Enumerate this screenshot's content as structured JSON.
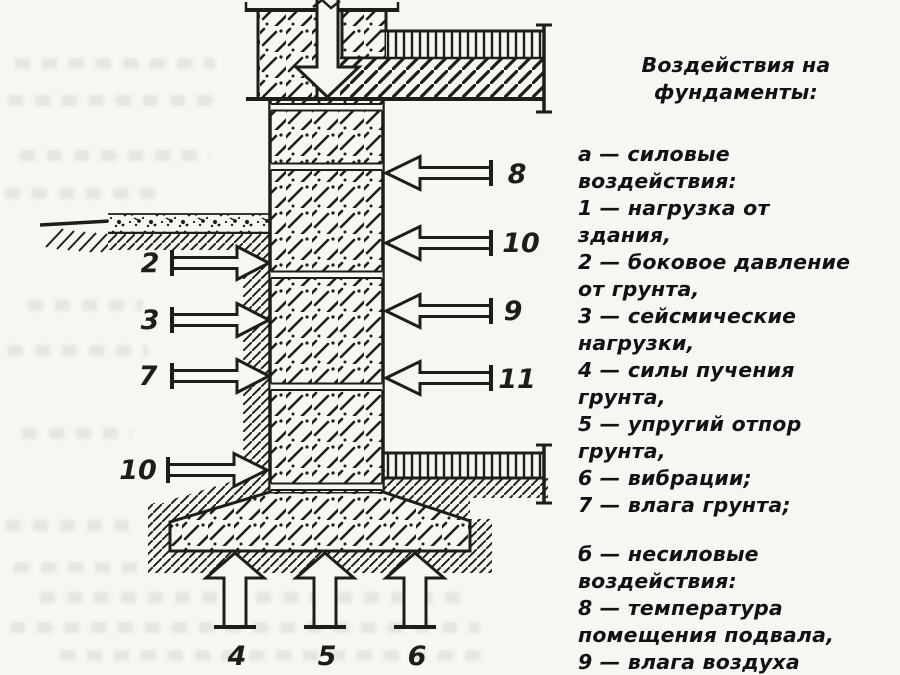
{
  "legend": {
    "title_lines": [
      "Воздействия на",
      "фундаменты:"
    ],
    "sections": [
      {
        "heading_lines": [
          "а — силовые",
          "воздействия:"
        ],
        "item_lines": [
          "1 — нагрузка от",
          "здания,",
          "2 — боковое давление",
          "от грунта,",
          "3 — сейсмические",
          "нагрузки,",
          "4 — силы пучения",
          "грунта,",
          "5 — упругий отпор",
          "грунта,",
          "6 — вибрации;",
          "7 — влага грунта;"
        ]
      },
      {
        "heading_lines": [
          "б — несиловые",
          "воздействия:"
        ],
        "item_lines": [
          "8 — температура",
          "помещения подвала,",
          "9 — влага воздуха"
        ]
      }
    ]
  },
  "diagram": {
    "arrows": {
      "left": [
        "2",
        "3",
        "7",
        "10"
      ],
      "right": [
        "8",
        "10",
        "9",
        "11"
      ],
      "bottom": [
        "4",
        "5",
        "6"
      ]
    },
    "ink_color": "#1f1d1a",
    "paper_color": "#f7f6f2"
  }
}
